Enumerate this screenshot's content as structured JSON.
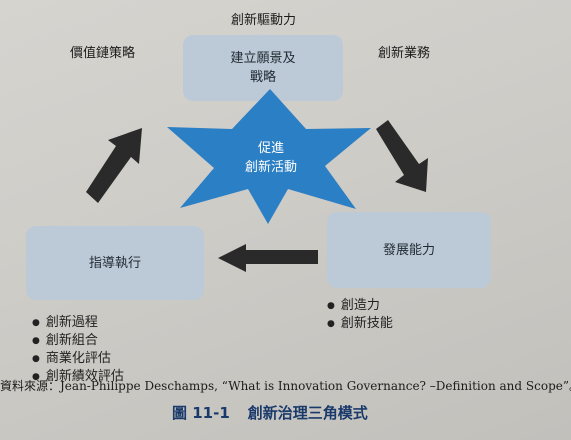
{
  "diagram": {
    "top_label": "創新驅動力",
    "left_label": "價值鏈策略",
    "right_label": "創新業務",
    "top_box": {
      "line1": "建立願景及",
      "line2": "戰略"
    },
    "center_star": {
      "line1": "促進",
      "line2": "創新活動"
    },
    "left_box": "指導執行",
    "right_box": "發展能力",
    "left_bullets": [
      "創新過程",
      "創新組合",
      "商業化評估",
      "創新績效評估"
    ],
    "right_bullets": [
      "創造力",
      "創新技能"
    ]
  },
  "source": "資料來源：Jean-Philippe Deschamps, “What is Innovation Governance? –Definition and Scope”。",
  "caption": {
    "number": "圖 11-1",
    "title": "創新治理三角模式"
  },
  "colors": {
    "box": "#bcc9d6",
    "star": "#2b7fc4",
    "arrow": "#2a2a2a",
    "caption": "#1a3a6b"
  }
}
